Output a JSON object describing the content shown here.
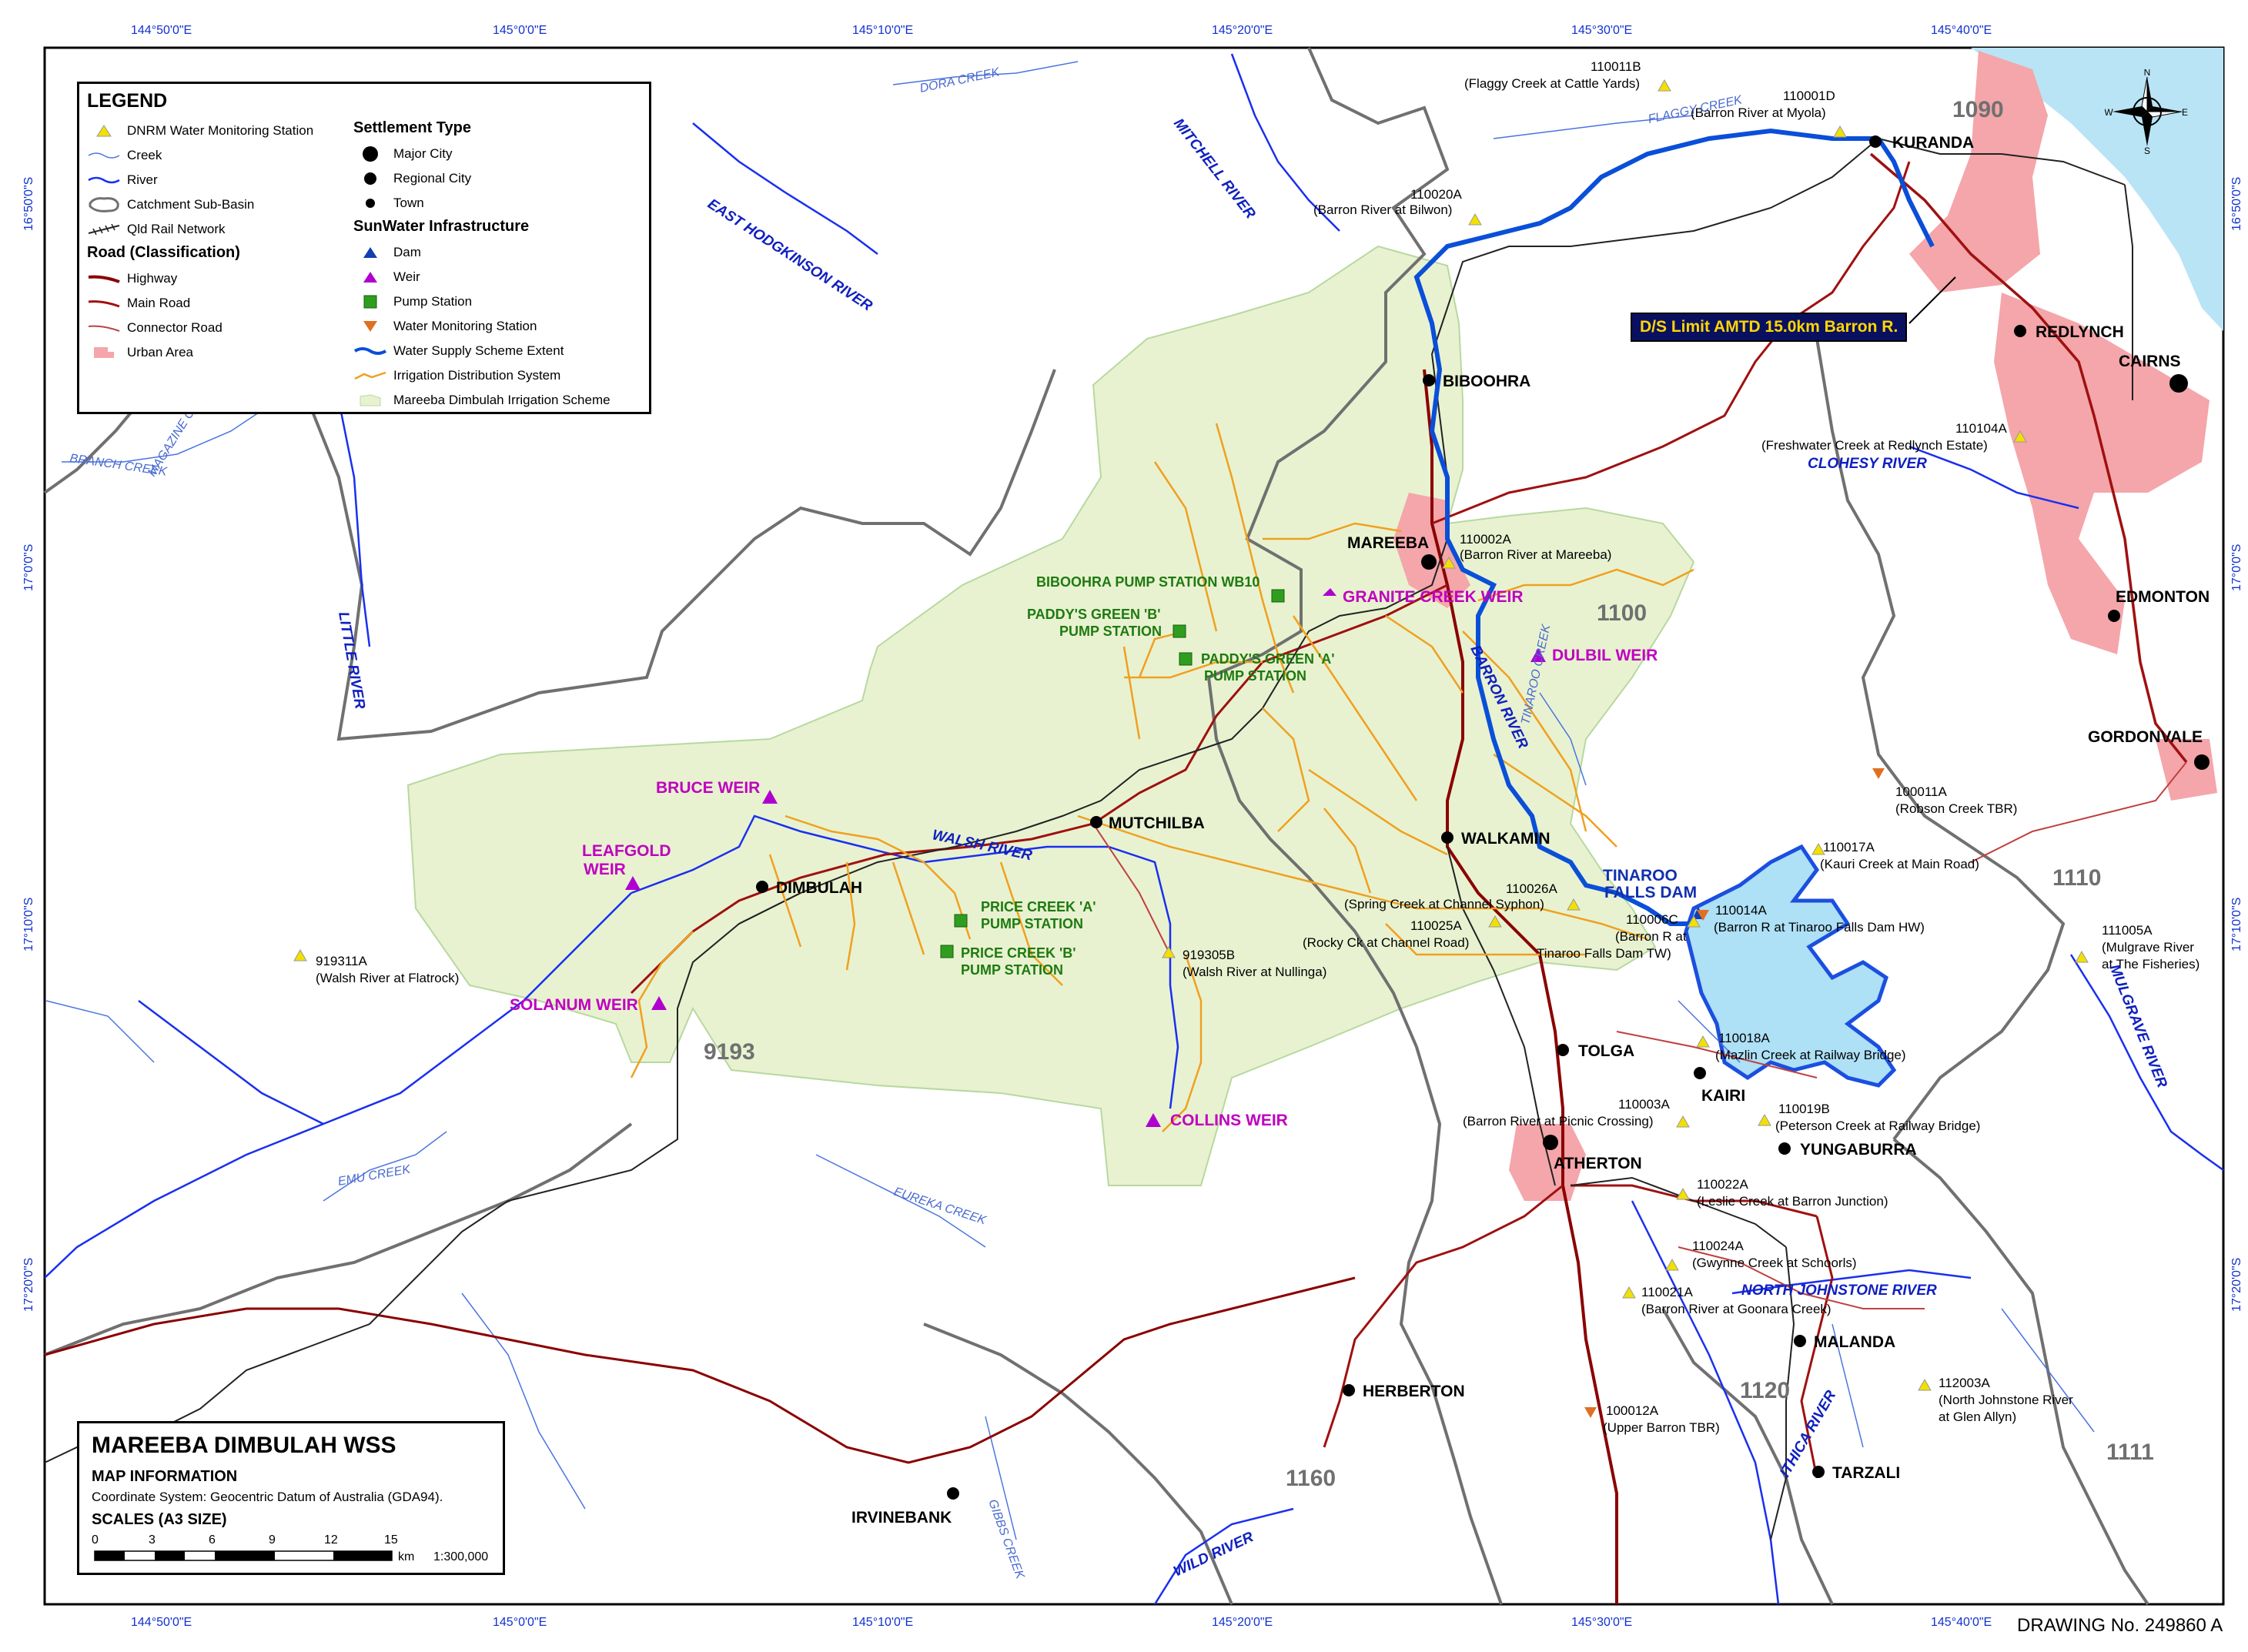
{
  "legend": {
    "title": "LEGEND",
    "items_left": [
      {
        "label": "DNRM Water Monitoring Station",
        "icon": "yellow-triangle-icon"
      },
      {
        "label": "Creek",
        "icon": "creek-line-icon"
      },
      {
        "label": "River",
        "icon": "river-line-icon"
      },
      {
        "label": "Catchment Sub-Basin",
        "icon": "sub-basin-icon"
      },
      {
        "label": "Qld Rail Network",
        "icon": "rail-icon"
      }
    ],
    "road_heading": "Road (Classification)",
    "roads": [
      {
        "label": "Highway"
      },
      {
        "label": "Main Road"
      },
      {
        "label": "Connector Road"
      },
      {
        "label": "Urban Area"
      }
    ],
    "settlement_heading": "Settlement Type",
    "settlements": [
      {
        "label": "Major City"
      },
      {
        "label": "Regional City"
      },
      {
        "label": "Town"
      }
    ],
    "infra_heading": "SunWater Infrastructure",
    "infra": [
      {
        "label": "Dam"
      },
      {
        "label": "Weir"
      },
      {
        "label": "Pump Station"
      },
      {
        "label": "Water Monitoring Station"
      },
      {
        "label": "Water Supply Scheme Extent"
      },
      {
        "label": "Irrigation Distribution System"
      },
      {
        "label": "Mareeba Dimbulah Irrigation Scheme"
      }
    ],
    "colors": {
      "highway": "#8b0000",
      "main_road": "#a01010",
      "connector": "#c04040",
      "urban": "#f4a6aa",
      "scheme": "#e8f2d0",
      "scheme_extent": "#0a4fd8",
      "irrigation": "#f0a020",
      "weir": "#b000d0",
      "pump": "#2f9e1e",
      "dam": "#1040b0",
      "wms": "#e07020",
      "dnrm": "#f2e000"
    }
  },
  "info": {
    "title": "MAREEBA DIMBULAH WSS",
    "subtitle": "MAP INFORMATION",
    "coord_system": "Coordinate System: Geocentric Datum of Australia (GDA94).",
    "scales_label": "SCALES (A3 SIZE)",
    "scale_ticks": [
      "0",
      "3",
      "6",
      "9",
      "12",
      "15"
    ],
    "scale_unit": "km",
    "scale_ratio": "1:300,000"
  },
  "drawing_no": "DRAWING No. 249860  A",
  "ds_limit": "D/S Limit AMTD 15.0km Barron R.",
  "compass": {
    "n": "N",
    "s": "S",
    "e": "E",
    "w": "W"
  },
  "graticule": {
    "top": [
      "144°50'0\"E",
      "145°0'0\"E",
      "145°10'0\"E",
      "145°20'0\"E",
      "145°30'0\"E",
      "145°40'0\"E"
    ],
    "bottom": [
      "144°50'0\"E",
      "145°0'0\"E",
      "145°10'0\"E",
      "145°20'0\"E",
      "145°30'0\"E",
      "145°40'0\"E"
    ],
    "left": [
      "16°50'0\"S",
      "17°0'0\"S",
      "17°10'0\"S",
      "17°20'0\"S"
    ],
    "right": [
      "16°50'0\"S",
      "17°0'0\"S",
      "17°10'0\"S",
      "17°20'0\"S"
    ]
  },
  "towns": [
    {
      "name": "KURANDA"
    },
    {
      "name": "REDLYNCH"
    },
    {
      "name": "CAIRNS"
    },
    {
      "name": "BIBOOHRA"
    },
    {
      "name": "MAREEBA"
    },
    {
      "name": "EDMONTON"
    },
    {
      "name": "GORDONVALE"
    },
    {
      "name": "MUTCHILBA"
    },
    {
      "name": "WALKAMIN"
    },
    {
      "name": "DIMBULAH"
    },
    {
      "name": "TOLGA"
    },
    {
      "name": "KAIRI"
    },
    {
      "name": "ATHERTON"
    },
    {
      "name": "YUNGABURRA"
    },
    {
      "name": "MALANDA"
    },
    {
      "name": "HERBERTON"
    },
    {
      "name": "IRVINEBANK"
    },
    {
      "name": "TARZALI"
    }
  ],
  "weirs": [
    {
      "name": "GRANITE CREEK WEIR"
    },
    {
      "name": "DULBIL WEIR"
    },
    {
      "name": "BRUCE WEIR"
    },
    {
      "name": "LEAFGOLD"
    },
    {
      "name": "WEIR"
    },
    {
      "name": "SOLANUM WEIR"
    },
    {
      "name": "COLLINS WEIR"
    }
  ],
  "dam": {
    "name1": "TINAROO",
    "name2": "FALLS DAM"
  },
  "pumps": [
    {
      "name": "BIBOOHRA PUMP STATION WB10"
    },
    {
      "name": "PADDY'S GREEN 'B'"
    },
    {
      "name": "PUMP STATION"
    },
    {
      "name": "PADDY'S GREEN 'A'"
    },
    {
      "name": "PUMP STATION"
    },
    {
      "name": "PRICE CREEK 'A'"
    },
    {
      "name": "PUMP STATION"
    },
    {
      "name": "PRICE CREEK 'B'"
    },
    {
      "name": "PUMP STATION"
    }
  ],
  "stations": [
    {
      "id": "110011B",
      "desc": "(Flaggy Creek at Cattle Yards)"
    },
    {
      "id": "110001D",
      "desc": "(Barron River at Myola)"
    },
    {
      "id": "110020A",
      "desc": "(Barron River at Bilwon)"
    },
    {
      "id": "110104A",
      "desc": "(Freshwater Creek at Redlynch Estate)"
    },
    {
      "id": "110002A",
      "desc": "(Barron River at Mareeba)"
    },
    {
      "id": "100011A",
      "desc": "(Robson Creek TBR)"
    },
    {
      "id": "110017A",
      "desc": "(Kauri Creek at Main Road)"
    },
    {
      "id": "110026A",
      "desc": "(Spring Creek at Channel Syphon)"
    },
    {
      "id": "110025A",
      "desc": "(Rocky Ck at Channel Road)"
    },
    {
      "id": "110006C",
      "desc": "(Barron R at"
    },
    {
      "id": "",
      "desc": "Tinaroo Falls Dam TW)"
    },
    {
      "id": "110014A",
      "desc": "(Barron R at Tinaroo Falls Dam HW)"
    },
    {
      "id": "111005A",
      "desc": "(Mulgrave River"
    },
    {
      "id": "",
      "desc": "at The Fisheries)"
    },
    {
      "id": "919311A",
      "desc": "(Walsh River at Flatrock)"
    },
    {
      "id": "919305B",
      "desc": "(Walsh River at Nullinga)"
    },
    {
      "id": "110018A",
      "desc": "(Mazlin Creek at Railway Bridge)"
    },
    {
      "id": "110003A",
      "desc": "(Barron River at Picnic Crossing)"
    },
    {
      "id": "110019B",
      "desc": "(Peterson Creek at Railway Bridge)"
    },
    {
      "id": "110022A",
      "desc": "(Leslie Creek at Barron Junction)"
    },
    {
      "id": "110024A",
      "desc": "(Gwynne Creek at Schoorls)"
    },
    {
      "id": "110021A",
      "desc": "(Barron River at Goonara Creek)"
    },
    {
      "id": "100012A",
      "desc": "(Upper Barron TBR)"
    },
    {
      "id": "112003A",
      "desc": "(North Johnstone River"
    },
    {
      "id": "",
      "desc": "at Glen Allyn)"
    }
  ],
  "rivers": [
    {
      "name": "MITCHELL RIVER"
    },
    {
      "name": "EAST HODGKINSON RIVER"
    },
    {
      "name": "LITTLE RIVER"
    },
    {
      "name": "WALSH RIVER"
    },
    {
      "name": "BARRON RIVER"
    },
    {
      "name": "CLOHESY RIVER"
    },
    {
      "name": "MULGRAVE RIVER"
    },
    {
      "name": "NORTH JOHNSTONE RIVER"
    },
    {
      "name": "ITHICA RIVER"
    },
    {
      "name": "WILD RIVER"
    }
  ],
  "creeks": [
    {
      "name": "DORA CREEK"
    },
    {
      "name": "FLAGGY CREEK"
    },
    {
      "name": "BRANCH CREEK"
    },
    {
      "name": "MAGAZINE CREEK"
    },
    {
      "name": "EMU CREEK"
    },
    {
      "name": "EUREKA CREEK"
    },
    {
      "name": "GIBBS CREEK"
    },
    {
      "name": "TINAROO CREEK"
    }
  ],
  "basins": [
    {
      "code": "1090"
    },
    {
      "code": "1100"
    },
    {
      "code": "9193"
    },
    {
      "code": "1110"
    },
    {
      "code": "1120"
    },
    {
      "code": "1160"
    },
    {
      "code": "1111"
    }
  ]
}
